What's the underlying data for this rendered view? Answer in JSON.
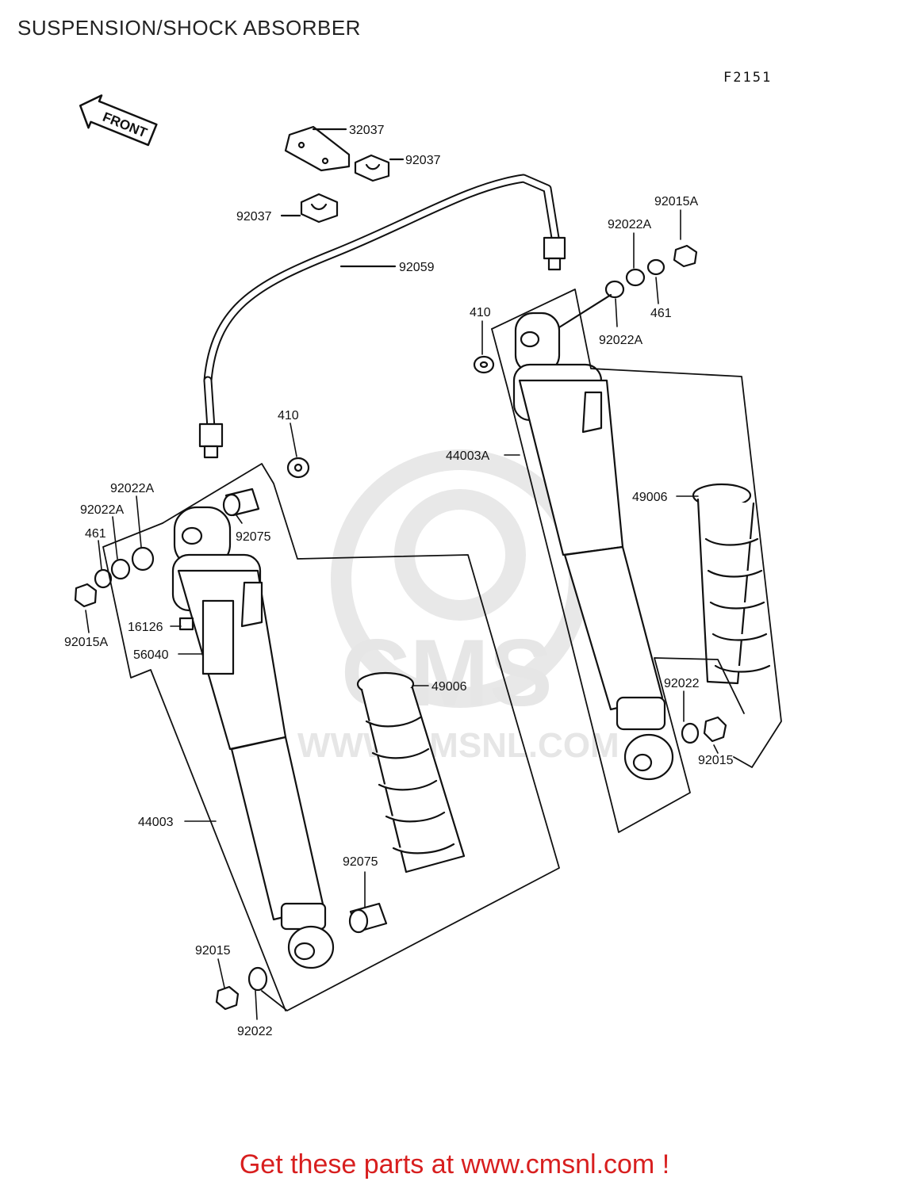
{
  "header": {
    "title": "SUSPENSION/SHOCK ABSORBER",
    "figure_code": "F2151"
  },
  "front_marker": "FRONT",
  "watermark": {
    "text": "CMS",
    "url": "WWW.CMSNL.COM"
  },
  "labels": {
    "p32037": "32037",
    "p92037a": "92037",
    "p92037b": "92037",
    "p92059": "92059",
    "p92015A_r": "92015A",
    "p92022A_r1": "92022A",
    "p461_r": "461",
    "p92022A_r2": "92022A",
    "p410_r": "410",
    "p44003A": "44003A",
    "p49006_r": "49006",
    "p92022_r": "92022",
    "p92015_r": "92015",
    "p410_l": "410",
    "p92022A_l1": "92022A",
    "p92022A_l2": "92022A",
    "p461_l": "461",
    "p92075_top": "92075",
    "p92015A_l": "92015A",
    "p16126": "16126",
    "p56040": "56040",
    "p49006_l": "49006",
    "p44003": "44003",
    "p92075_bot": "92075",
    "p92015_l": "92015",
    "p92022_l": "92022"
  },
  "footer": {
    "text": "Get these parts at www.cmsnl.com !"
  },
  "colors": {
    "line": "#111111",
    "footer": "#d81f1f",
    "watermark": "#e6e6e6"
  }
}
